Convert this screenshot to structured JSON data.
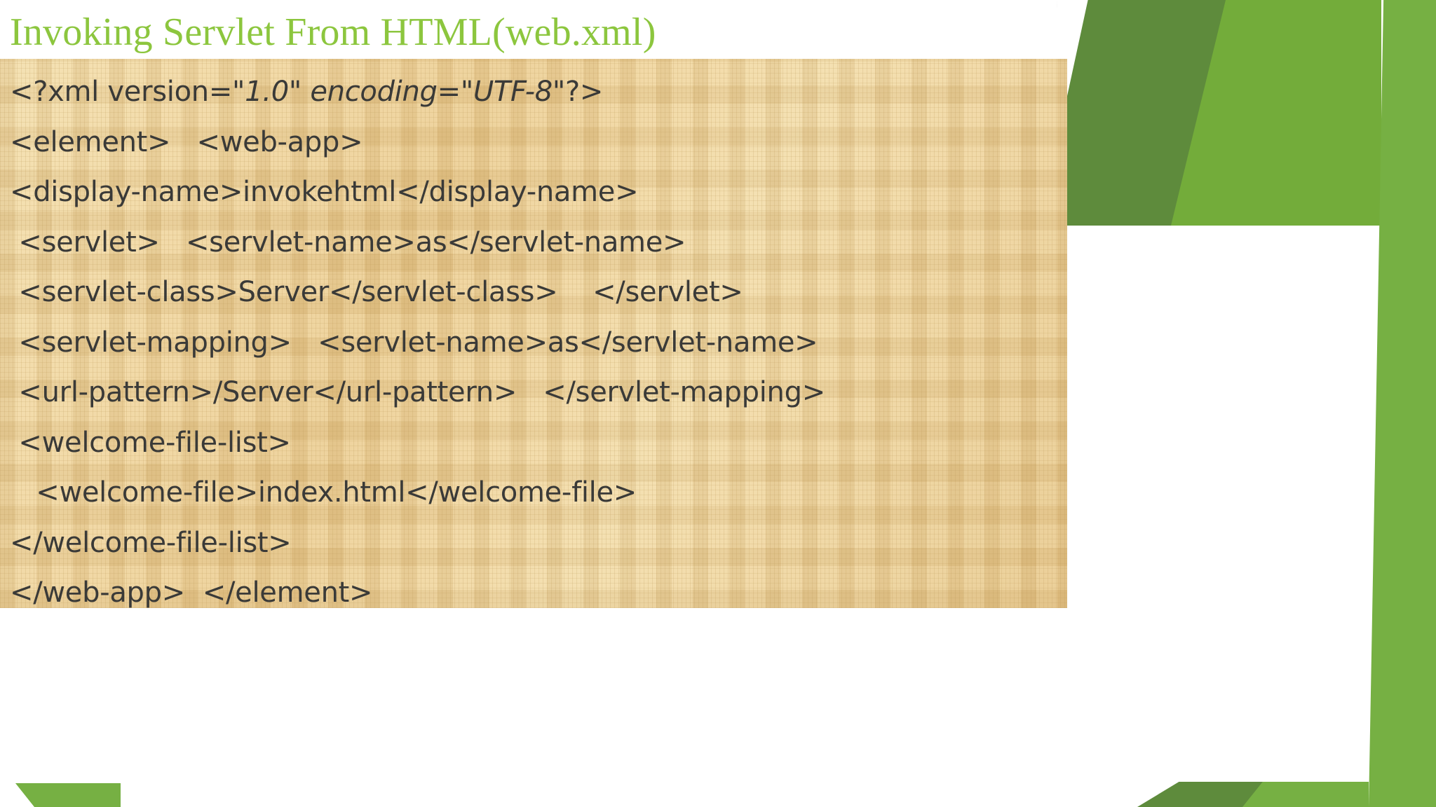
{
  "slide": {
    "title": "Invoking Servlet From HTML(web.xml)",
    "title_color": "#8CC63E",
    "background_color": "#FFFFFF",
    "panel_background_color": "#EFD49B",
    "code_text_color": "#3A3A38",
    "accent_green_dark": "#5E8B3C",
    "accent_green_mid": "#73AC3A",
    "accent_green_bright": "#76B043"
  },
  "code": {
    "language": "xml",
    "lines": [
      {
        "id": "line-xml-declaration",
        "segments": [
          {
            "text": "<?xml version=",
            "italic": false
          },
          {
            "text": "\"1.0\" encoding=\"UTF-8\"",
            "italic": true
          },
          {
            "text": "?>",
            "italic": false
          }
        ],
        "plain": "<?xml version=\"1.0\" encoding=\"UTF-8\"?>"
      },
      {
        "id": "line-element-webapp",
        "segments": [
          {
            "text": "<element>   <web-app>",
            "italic": false
          }
        ],
        "plain": "<element>   <web-app>"
      },
      {
        "id": "line-display-name",
        "segments": [
          {
            "text": "<display-name>invokehtml</display-name>",
            "italic": false
          }
        ],
        "plain": "<display-name>invokehtml</display-name>"
      },
      {
        "id": "line-servlet-name",
        "segments": [
          {
            "text": " <servlet>   <servlet-name>as</servlet-name>",
            "italic": false
          }
        ],
        "plain": " <servlet>   <servlet-name>as</servlet-name>"
      },
      {
        "id": "line-servlet-class",
        "segments": [
          {
            "text": " <servlet-class>Server</servlet-class>    </servlet>",
            "italic": false
          }
        ],
        "plain": " <servlet-class>Server</servlet-class>    </servlet>"
      },
      {
        "id": "line-servlet-mapping",
        "segments": [
          {
            "text": " <servlet-mapping>   <servlet-name>as</servlet-name>",
            "italic": false
          }
        ],
        "plain": " <servlet-mapping>   <servlet-name>as</servlet-name>"
      },
      {
        "id": "line-url-pattern",
        "segments": [
          {
            "text": " <url-pattern>/Server</url-pattern>   </servlet-mapping>",
            "italic": false
          }
        ],
        "plain": " <url-pattern>/Server</url-pattern>   </servlet-mapping>"
      },
      {
        "id": "line-welcome-file-list-open",
        "segments": [
          {
            "text": " <welcome-file-list>",
            "italic": false
          }
        ],
        "plain": " <welcome-file-list>"
      },
      {
        "id": "line-welcome-file",
        "segments": [
          {
            "text": "   <welcome-file>index.html</welcome-file>",
            "italic": false
          }
        ],
        "plain": "   <welcome-file>index.html</welcome-file>"
      },
      {
        "id": "line-welcome-file-list-close",
        "segments": [
          {
            "text": "</welcome-file-list>",
            "italic": false
          }
        ],
        "plain": "</welcome-file-list>"
      },
      {
        "id": "line-webapp-element-close",
        "segments": [
          {
            "text": "</web-app>  </element>",
            "italic": false
          }
        ],
        "plain": "</web-app>  </element>"
      }
    ]
  }
}
